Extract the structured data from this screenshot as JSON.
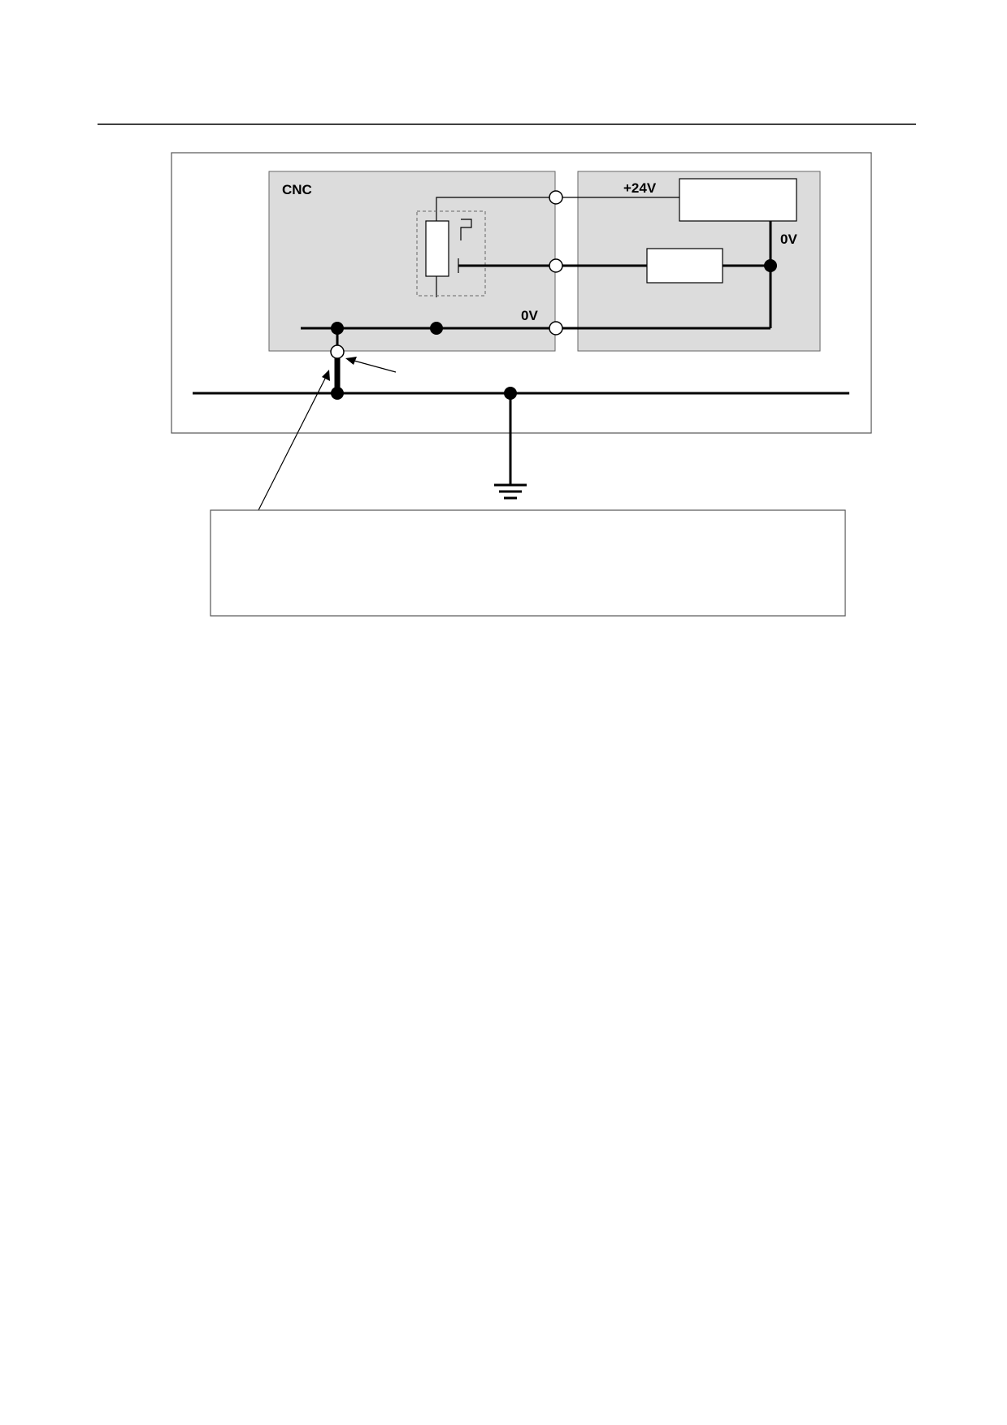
{
  "labels": {
    "cnc": "CNC",
    "plus24v": "+24V",
    "zero_v_right": "0V",
    "zero_v_bottom": "0V"
  },
  "colors": {
    "panel_fill": "#dcdcdc",
    "line": "#000000",
    "frame": "#555555"
  }
}
